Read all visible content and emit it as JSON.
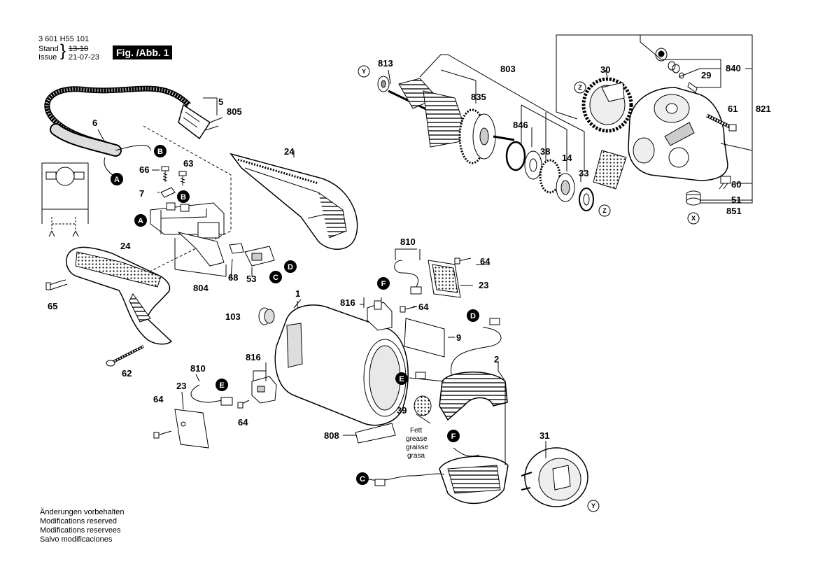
{
  "header": {
    "code": "3 601 H55 101",
    "stand_label": "Stand",
    "issue_label": "Issue",
    "stand_value": "13-10",
    "issue_value": "21-07-23",
    "figure_badge": "Fig. /Abb. 1"
  },
  "footer_notes": [
    "Änderungen vorbehalten",
    "Modifications reserved",
    "Modifications reservees",
    "Salvo modificaciones"
  ],
  "grease_note": [
    "Fett",
    "grease",
    "graisse",
    "grasa"
  ],
  "part_labels": [
    {
      "id": "p813",
      "text": "813"
    },
    {
      "id": "p803",
      "text": "803"
    },
    {
      "id": "p835",
      "text": "835"
    },
    {
      "id": "p846",
      "text": "846"
    },
    {
      "id": "p38",
      "text": "38"
    },
    {
      "id": "p14",
      "text": "14"
    },
    {
      "id": "p33",
      "text": "33"
    },
    {
      "id": "p30",
      "text": "30"
    },
    {
      "id": "p840",
      "text": "840"
    },
    {
      "id": "p29",
      "text": "29"
    },
    {
      "id": "p61",
      "text": "61"
    },
    {
      "id": "p821",
      "text": "821"
    },
    {
      "id": "p60",
      "text": "60"
    },
    {
      "id": "p51",
      "text": "51"
    },
    {
      "id": "p851",
      "text": "851"
    },
    {
      "id": "p5",
      "text": "5"
    },
    {
      "id": "p805",
      "text": "805"
    },
    {
      "id": "p6",
      "text": "6"
    },
    {
      "id": "p24a",
      "text": "24"
    },
    {
      "id": "p66",
      "text": "66"
    },
    {
      "id": "p63",
      "text": "63"
    },
    {
      "id": "p7",
      "text": "7"
    },
    {
      "id": "p24b",
      "text": "24"
    },
    {
      "id": "p65",
      "text": "65"
    },
    {
      "id": "p804",
      "text": "804"
    },
    {
      "id": "p68",
      "text": "68"
    },
    {
      "id": "p53",
      "text": "53"
    },
    {
      "id": "p62",
      "text": "62"
    },
    {
      "id": "p810a",
      "text": "810"
    },
    {
      "id": "p64a",
      "text": "64"
    },
    {
      "id": "p23a",
      "text": "23"
    },
    {
      "id": "p816a",
      "text": "816"
    },
    {
      "id": "p64b",
      "text": "64"
    },
    {
      "id": "p1",
      "text": "1"
    },
    {
      "id": "p103",
      "text": "103"
    },
    {
      "id": "p9",
      "text": "9"
    },
    {
      "id": "p2",
      "text": "2"
    },
    {
      "id": "p810b",
      "text": "810"
    },
    {
      "id": "p816b",
      "text": "816"
    },
    {
      "id": "p23b",
      "text": "23"
    },
    {
      "id": "p64c",
      "text": "64"
    },
    {
      "id": "p64d",
      "text": "64"
    },
    {
      "id": "p39",
      "text": "39"
    },
    {
      "id": "p808",
      "text": "808"
    },
    {
      "id": "p31",
      "text": "31"
    }
  ],
  "connector_markers": [
    {
      "id": "mB1",
      "text": "B"
    },
    {
      "id": "mA1",
      "text": "A"
    },
    {
      "id": "mB2",
      "text": "B"
    },
    {
      "id": "mA2",
      "text": "A"
    },
    {
      "id": "mD1",
      "text": "D"
    },
    {
      "id": "mC1",
      "text": "C"
    },
    {
      "id": "mF1",
      "text": "F"
    },
    {
      "id": "mD2",
      "text": "D"
    },
    {
      "id": "mE1",
      "text": "E"
    },
    {
      "id": "mE2",
      "text": "E"
    },
    {
      "id": "mF2",
      "text": "F"
    },
    {
      "id": "mC2",
      "text": "C"
    }
  ],
  "alignment_markers": [
    {
      "id": "zY1",
      "text": "Y"
    },
    {
      "id": "zZ1",
      "text": "Z"
    },
    {
      "id": "zZ2",
      "text": "Z"
    },
    {
      "id": "zX1",
      "text": "X"
    },
    {
      "id": "zY2",
      "text": "Y"
    }
  ],
  "colors": {
    "ink": "#000000",
    "paper": "#ffffff",
    "shade": "#cfcfcf",
    "mid": "#9a9a9a"
  }
}
